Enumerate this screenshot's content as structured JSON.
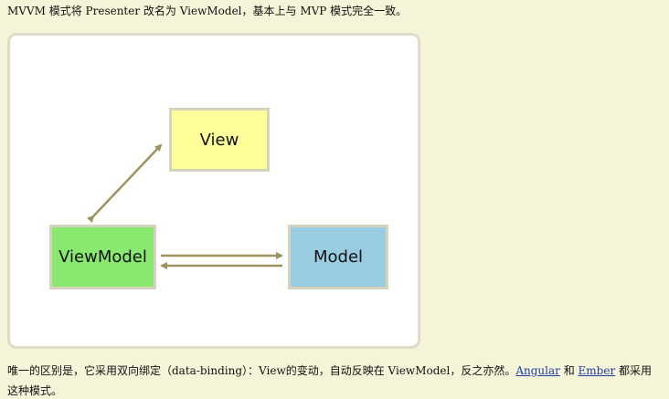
{
  "intro_text": "MVVM 模式将 Presenter 改名为 ViewModel，基本上与 MVP 模式完全一致。",
  "diagram": {
    "view_label": "View",
    "viewmodel_label": "ViewModel",
    "model_label": "Model",
    "arrow_color": "#9e9260"
  },
  "footer": {
    "text_before": "唯一的区别是，它采用双向绑定（data-binding）：View的变动，自动反映在 ViewModel，反之亦然。",
    "link_angular": "Angular",
    "and_text": " 和 ",
    "link_ember": "Ember",
    "text_after": " 都采用",
    "line2": "这种模式。"
  },
  "colors": {
    "background": "#f5f3d8",
    "view_box": "#ffff99",
    "viewmodel_box": "#88e870",
    "model_box": "#99cce0",
    "link": "#1f3f9f"
  }
}
